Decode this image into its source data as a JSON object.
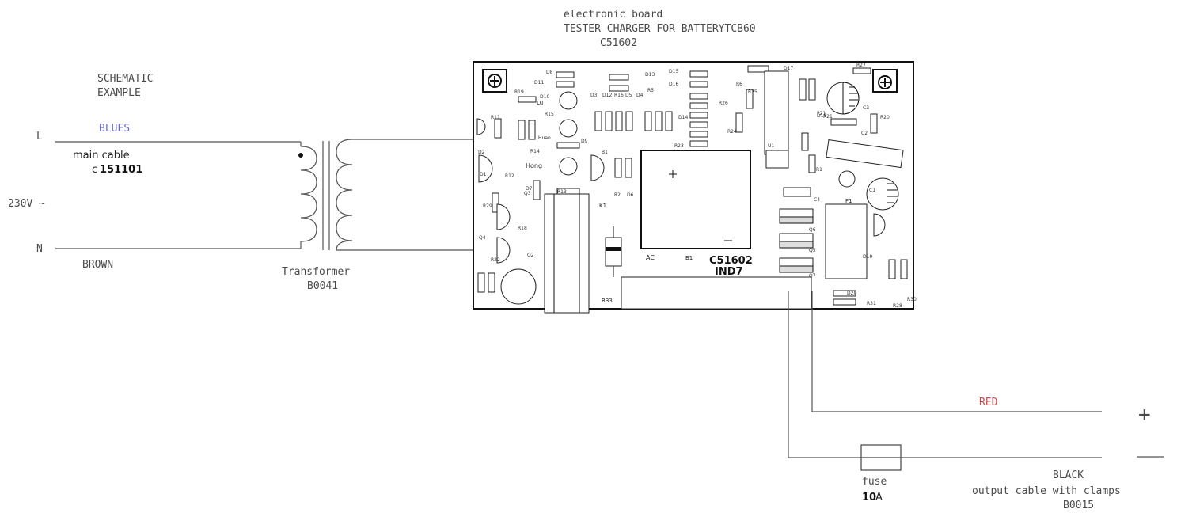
{
  "board": {
    "title_line1": "electronic board",
    "title_line2": "TESTER CHARGER FOR BATTERYTCB60",
    "title_line3": "C51602",
    "marking_code": "C51602",
    "marking_sub": "IND7",
    "label_ac": "AC",
    "label_b1": "B1",
    "label_k1": "K1",
    "label_f1": "F1",
    "label_r33": "R33",
    "label_lu": "Lu",
    "label_hong": "Hong",
    "label_huan": "Huan",
    "ref_labels": [
      "D8",
      "D11",
      "D13",
      "D15",
      "D16",
      "D17",
      "R27",
      "R19",
      "D10",
      "R15",
      "D3",
      "D12",
      "R16",
      "D5",
      "D4",
      "R5",
      "R26",
      "R25",
      "R6",
      "D18",
      "P21",
      "R20",
      "C3",
      "R11",
      "D9",
      "R14",
      "D14",
      "R24",
      "R23",
      "R22",
      "D2",
      "B1",
      "D7",
      "R12",
      "R13",
      "R2",
      "D6",
      "U1",
      "C1",
      "C2",
      "R1",
      "C4",
      "R18",
      "Q6",
      "Q5",
      "Q7",
      "R28",
      "R31",
      "R30",
      "D20",
      "D19",
      "R21",
      "D1",
      "R29",
      "Q2",
      "Q3",
      "Q4"
    ]
  },
  "schematic": {
    "example_line1": "SCHEMATIC",
    "example_line2": "EXAMPLE",
    "line_l": "L",
    "line_n": "N",
    "wire_blue": "BLUES",
    "wire_brown": "BROWN",
    "cable_label": "main cable",
    "cable_prefix": "c",
    "cable_code": "151101",
    "voltage": "230V ~",
    "transformer_label": "Transformer",
    "transformer_code": "B0041"
  },
  "output": {
    "red": "RED",
    "black": "BLACK",
    "plus": "+",
    "minus": "—",
    "fuse_label": "fuse",
    "fuse_value_bold": "10",
    "fuse_value_unit": "A",
    "cable_label": "output cable with clamps",
    "cable_code": "B0015"
  },
  "colors": {
    "blue_wire_text": "#6b6bb8",
    "red_wire_text": "#c25050",
    "line": "#555555"
  }
}
